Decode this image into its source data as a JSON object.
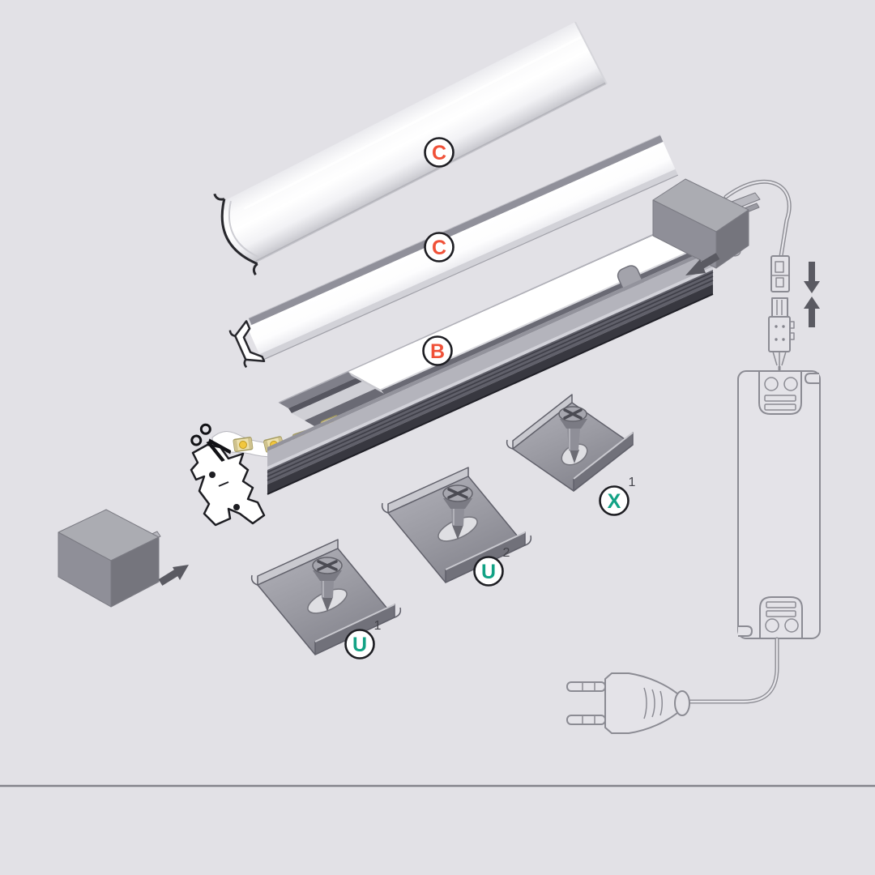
{
  "meta": {
    "title": "LED aluminium profile assembly exploded diagram"
  },
  "colors": {
    "background": "#e2e1e6",
    "accent_orange": "#f05138",
    "accent_green": "#12a285",
    "label_stroke": "#1d1d22",
    "superscript_gray": "#44444b",
    "wire_gray": "#8d8d94",
    "baseline_gray": "#83838b"
  },
  "labels": {
    "c_round_cover": {
      "letter": "C"
    },
    "c_flat_cover": {
      "letter": "C"
    },
    "b_profile": {
      "letter": "B"
    },
    "u1_clip": {
      "letter": "U",
      "superscript": "1"
    },
    "u2_clip": {
      "letter": "U",
      "superscript": "2"
    },
    "x1_clip": {
      "letter": "X",
      "superscript": "1"
    }
  }
}
